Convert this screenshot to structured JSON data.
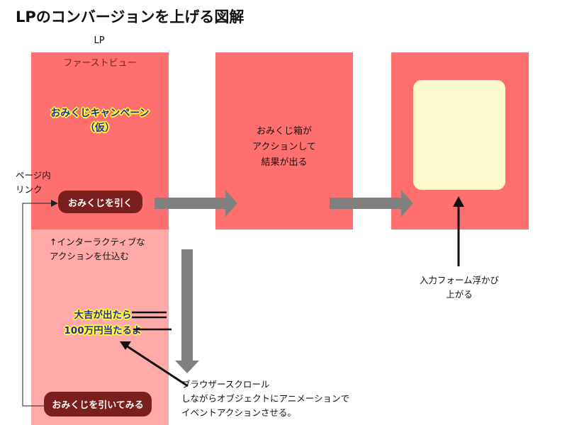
{
  "title": "LPのコンバージョンを上げる図解",
  "lp_label": "LP",
  "first_view": {
    "label": "ファーストビュー",
    "campaign_line1": "おみくじキャンペーン",
    "campaign_line2": "（仮）",
    "button": "おみくじを引く"
  },
  "interactive_note": {
    "line1": "↑インターラクティブな",
    "line2": "アクションを仕込む"
  },
  "result_text": {
    "line1": "大吉が出たら",
    "line2": "100万円当たるよ"
  },
  "bottom_button": "おみくじを引いてみる",
  "page_link_note": {
    "line1": "ページ内",
    "line2": "リンク"
  },
  "box2": {
    "line1": "おみくじ箱が",
    "line2": "アクションして",
    "line3": "結果が出る"
  },
  "modal_note": {
    "line1": "入力フォーム浮かび",
    "line2": "上がる"
  },
  "scroll_note": {
    "line1": "ブラウザースクロール",
    "line2": "しながらオブジェクトにアニメーションで",
    "line3": "イベントアクションさせる。"
  },
  "colors": {
    "panel": "#ff6f6f",
    "panel_light": "#ffa9a9",
    "button": "#7a1e1e",
    "modal": "#fff9cf",
    "arrow": "#808080"
  }
}
